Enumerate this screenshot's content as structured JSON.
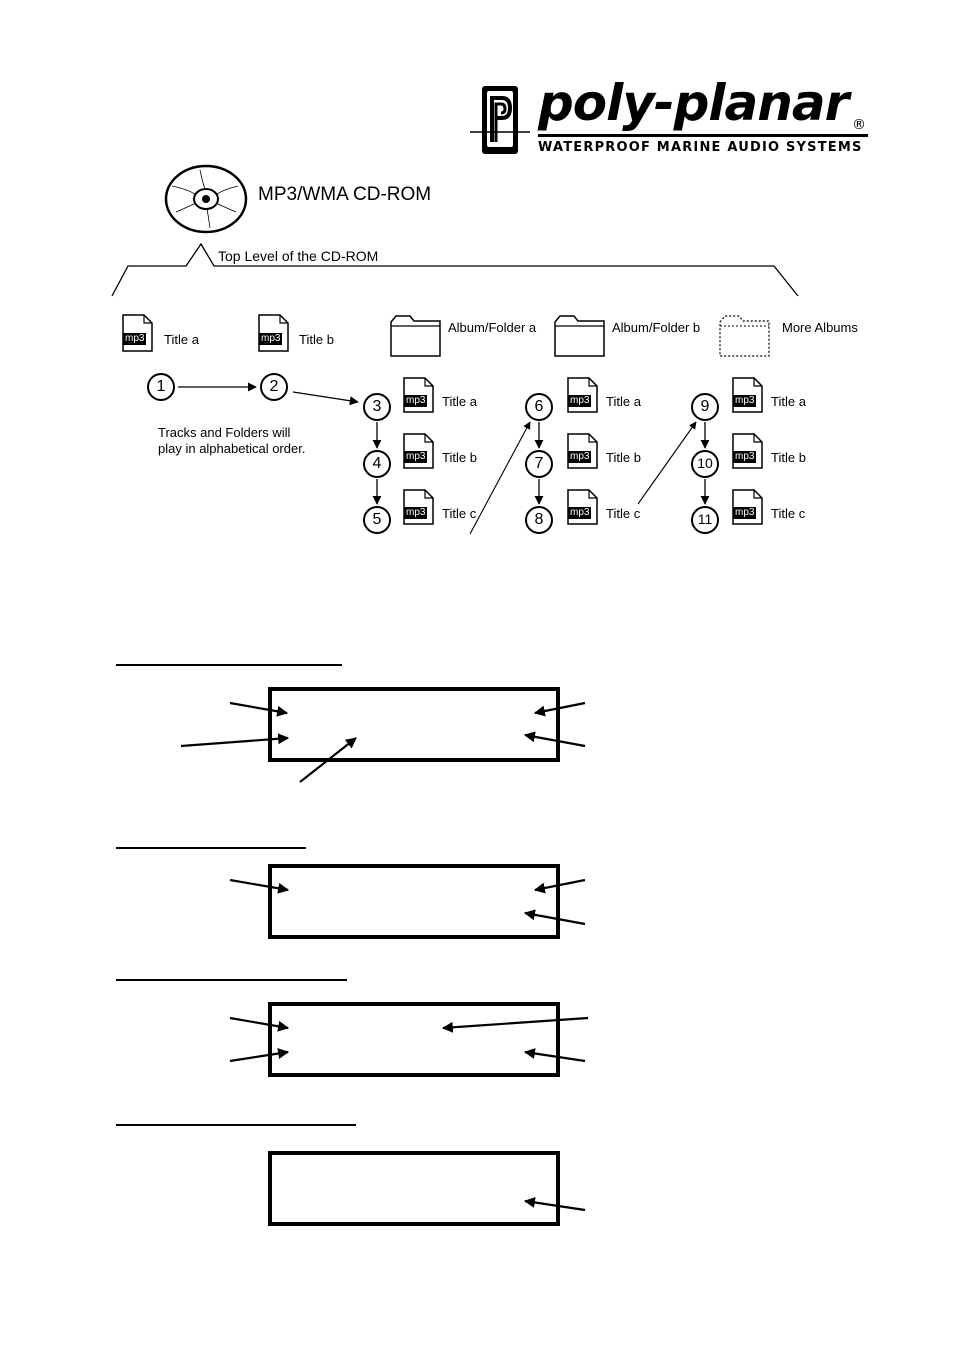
{
  "brand": {
    "name": "poly-planar",
    "registered": "®",
    "tagline": "WATERPROOF MARINE AUDIO SYSTEMS"
  },
  "diagram": {
    "cd_title": "MP3/WMA CD-ROM",
    "top_level": "Top Level of the CD-ROM",
    "root_items": [
      {
        "label": "Title a",
        "badge": "mp3"
      },
      {
        "label": "Title b",
        "badge": "mp3"
      }
    ],
    "folders": [
      "Album/Folder a",
      "Album/Folder b",
      "More Albums"
    ],
    "note": [
      "Tracks and Folders will",
      "play in alphabetical order."
    ],
    "nodes": [
      "1",
      "2",
      "3",
      "4",
      "5",
      "6",
      "7",
      "8",
      "9",
      "10",
      "11"
    ],
    "column_titles": [
      "Title a",
      "Title b",
      "Title c"
    ],
    "badges": {
      "col1": "mp3",
      "col2": "mp3",
      "col3": "mp3"
    }
  },
  "displays": {
    "count": 4
  }
}
